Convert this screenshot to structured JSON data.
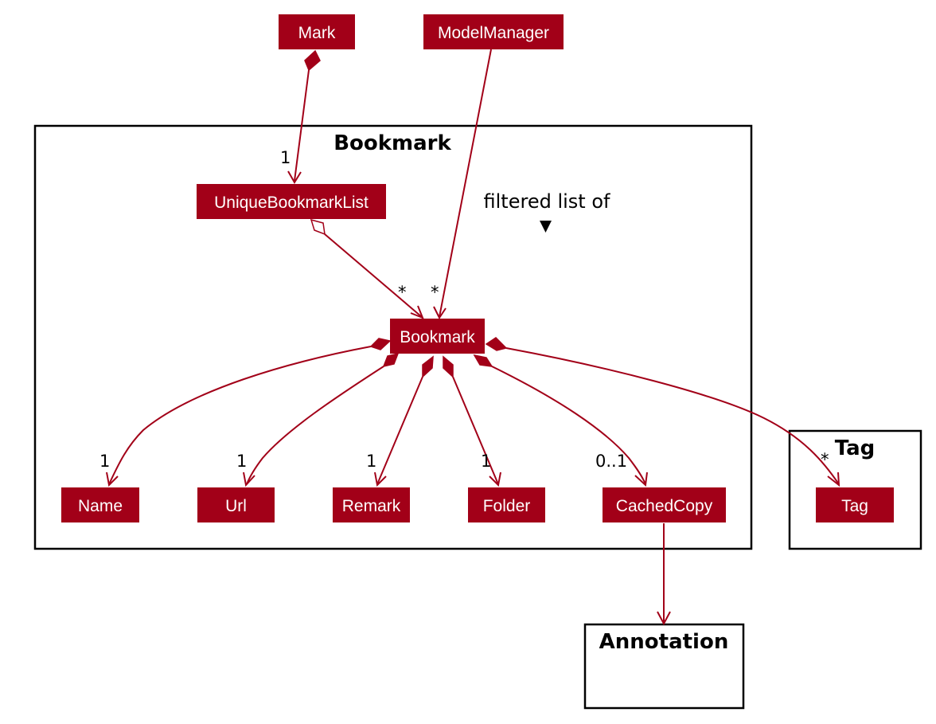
{
  "packages": {
    "bookmark": "Bookmark",
    "tag": "Tag",
    "annotation": "Annotation"
  },
  "classes": {
    "mark": "Mark",
    "model_manager": "ModelManager",
    "unique_bookmark_list": "UniqueBookmarkList",
    "bookmark": "Bookmark",
    "name": "Name",
    "url": "Url",
    "remark": "Remark",
    "folder": "Folder",
    "cached_copy": "CachedCopy",
    "tag": "Tag"
  },
  "note": {
    "text": "filtered list of",
    "arrow": "▼"
  },
  "multiplicities": {
    "mark_to_list": "1",
    "list_to_bookmark": "*",
    "manager_to_bookmark": "*",
    "bookmark_to_name": "1",
    "bookmark_to_url": "1",
    "bookmark_to_remark": "1",
    "bookmark_to_folder": "1",
    "bookmark_to_cached_copy": "0..1",
    "bookmark_to_tag": "*"
  },
  "colors": {
    "class_fill": "#a20018",
    "edge": "#a20018",
    "frame": "#000000"
  }
}
